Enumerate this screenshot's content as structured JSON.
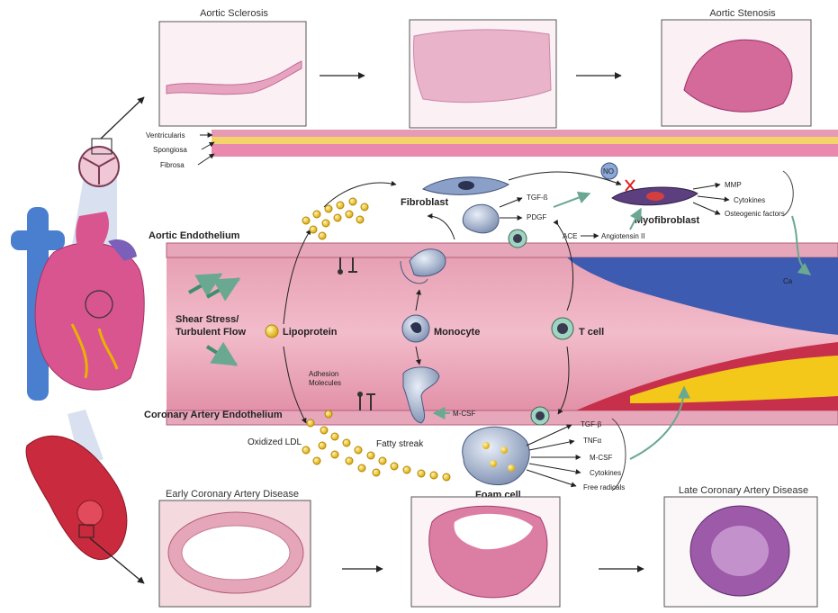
{
  "panels": {
    "aortic_sclerosis": "Aortic Sclerosis",
    "aortic_stenosis": "Aortic Stenosis",
    "early_cad": "Early Coronary Artery Disease",
    "late_cad": "Late Coronary Artery Disease"
  },
  "layers": {
    "ventricularis": "Ventricularis",
    "spongiosa": "Spongiosa",
    "fibrosa": "Fibrosa"
  },
  "regions": {
    "aortic_endothelium": "Aortic Endothelium",
    "coronary_endothelium": "Coronary Artery Endothelium",
    "shear_stress": "Shear Stress/",
    "turbulent_flow": "Turbulent Flow"
  },
  "cells": {
    "fibroblast": "Fibroblast",
    "myofibroblast": "Myofibroblast",
    "monocyte": "Monocyte",
    "t_cell": "T cell",
    "foam_cell": "Foam cell",
    "lipoprotein": "Lipoprotein",
    "no": "NO"
  },
  "factors": {
    "tgf_top": "TGF-ß",
    "pdgf": "PDGF",
    "mmp": "MMP",
    "cytokines_top": "Cytokines",
    "osteogenic": "Osteogenic factors",
    "ace": "ACE",
    "angiotensin": "Angiotensin II",
    "ca": "Ca",
    "adhesion_1": "Adhesion",
    "adhesion_2": "Molecules",
    "oxidized_ldl": "Oxidized LDL",
    "fatty_streak": "Fatty streak",
    "mcsf_left": "M-CSF",
    "tgf_bottom": "TGF-β",
    "tnf": "TNFα",
    "mcsf_right": "M-CSF",
    "cytokines_bottom": "Cytokines",
    "free_radicals": "Free radicals"
  }
}
